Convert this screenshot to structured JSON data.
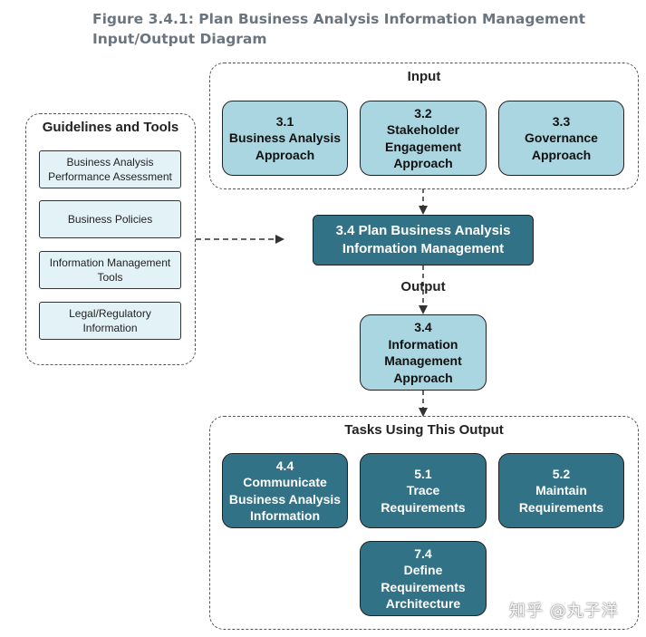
{
  "figure_title": "Figure 3.4.1: Plan Business Analysis Information Management Input/Output Diagram",
  "input": {
    "title": "Input",
    "items": [
      "3.1\nBusiness Analysis\nApproach",
      "3.2\nStakeholder\nEngagement\nApproach",
      "3.3\nGovernance\nApproach"
    ]
  },
  "guidelines": {
    "title": "Guidelines and Tools",
    "items": [
      "Business Analysis\nPerformance Assessment",
      "Business Policies",
      "Information Management\nTools",
      "Legal/Regulatory\nInformation"
    ]
  },
  "task": "3.4 Plan Business Analysis\nInformation Management",
  "output": {
    "label": "Output",
    "item": "3.4\nInformation\nManagement\nApproach"
  },
  "tasks_using": {
    "title": "Tasks Using This Output",
    "items": [
      "4.4\nCommunicate\nBusiness Analysis\nInformation",
      "5.1\nTrace\nRequirements",
      "5.2\nMaintain\nRequirements",
      "7.4\nDefine\nRequirements\nArchitecture"
    ]
  },
  "watermark": "知乎 @丸子洋",
  "colors": {
    "light_box": "#a9d6e0",
    "dark_box": "#327286",
    "guideline_box": "#e3f2f7",
    "title": "#6b7580"
  }
}
